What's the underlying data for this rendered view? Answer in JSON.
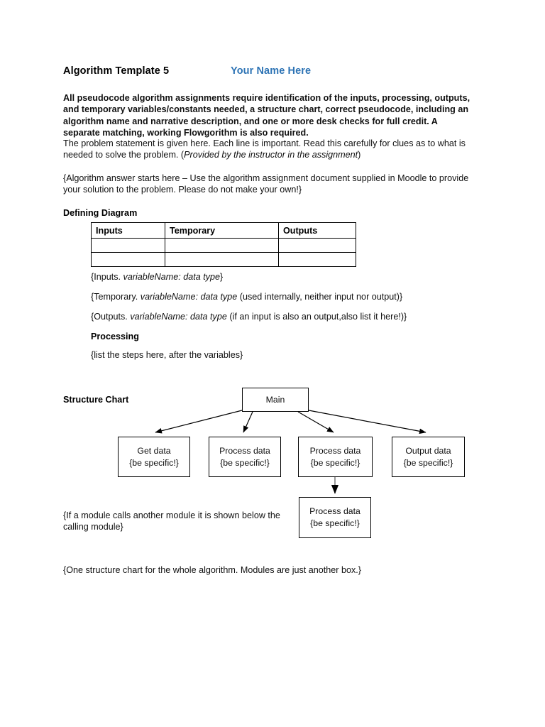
{
  "document": {
    "title": "Algorithm Template 5",
    "author": "Your Name Here",
    "author_color": "#2E74B5",
    "intro_paragraph": "All pseudocode algorithm assignments require identification of the inputs, processing, outputs, and temporary variables/constants needed, a structure chart, correct pseudocode, including an algorithm name and narrative description, and one or more desk checks for full credit.  A separate matching, working Flowgorithm is also required.",
    "problem_statement": {
      "plain_1": "The problem statement is given here. Each line is important. Read this carefully for clues as to what is needed to solve the problem. (",
      "italic_1": "Provided by the instructor in the assignment",
      "plain_2": ")"
    },
    "answer_instruction": "{Algorithm answer starts here – Use the algorithm assignment document supplied in Moodle to provide your solution to the problem. Please do not make your own!}"
  },
  "defining_diagram": {
    "heading": "Defining Diagram",
    "columns": [
      "Inputs",
      "Temporary",
      "Outputs"
    ],
    "rows": [
      [
        "",
        "",
        ""
      ],
      [
        "",
        "",
        ""
      ]
    ],
    "legend": {
      "inputs": {
        "plain_1": "{Inputs. ",
        "italic_1": "variableName: data type",
        "plain_2": "}"
      },
      "temporary": {
        "plain_1": "{Temporary. ",
        "italic_1": "variableName: data type",
        "plain_2": " (used internally, neither input nor output)}"
      },
      "outputs": {
        "plain_1": "{Outputs. ",
        "italic_1": "variableName: data type",
        "plain_2": " (if an input is also an output,also list it here!)}"
      }
    }
  },
  "processing": {
    "heading": "Processing",
    "note": "{list the steps here, after the variables}"
  },
  "structure_chart": {
    "heading": "Structure Chart",
    "nodes": {
      "main": {
        "line1": "Main",
        "line2": ""
      },
      "get_data": {
        "line1": "Get data",
        "line2": "{be specific!}"
      },
      "process_1": {
        "line1": "Process data",
        "line2": "{be specific!}"
      },
      "process_2": {
        "line1": "Process data",
        "line2": "{be specific!}"
      },
      "output_data": {
        "line1": "Output data",
        "line2": "{be specific!}"
      },
      "process_3": {
        "line1": "Process data",
        "line2": "{be specific!}"
      }
    },
    "note_module_call": "{If a module calls another module it is shown below the calling module}",
    "note_one_chart": "{One structure chart for the whole algorithm. Modules are just another box.}"
  }
}
